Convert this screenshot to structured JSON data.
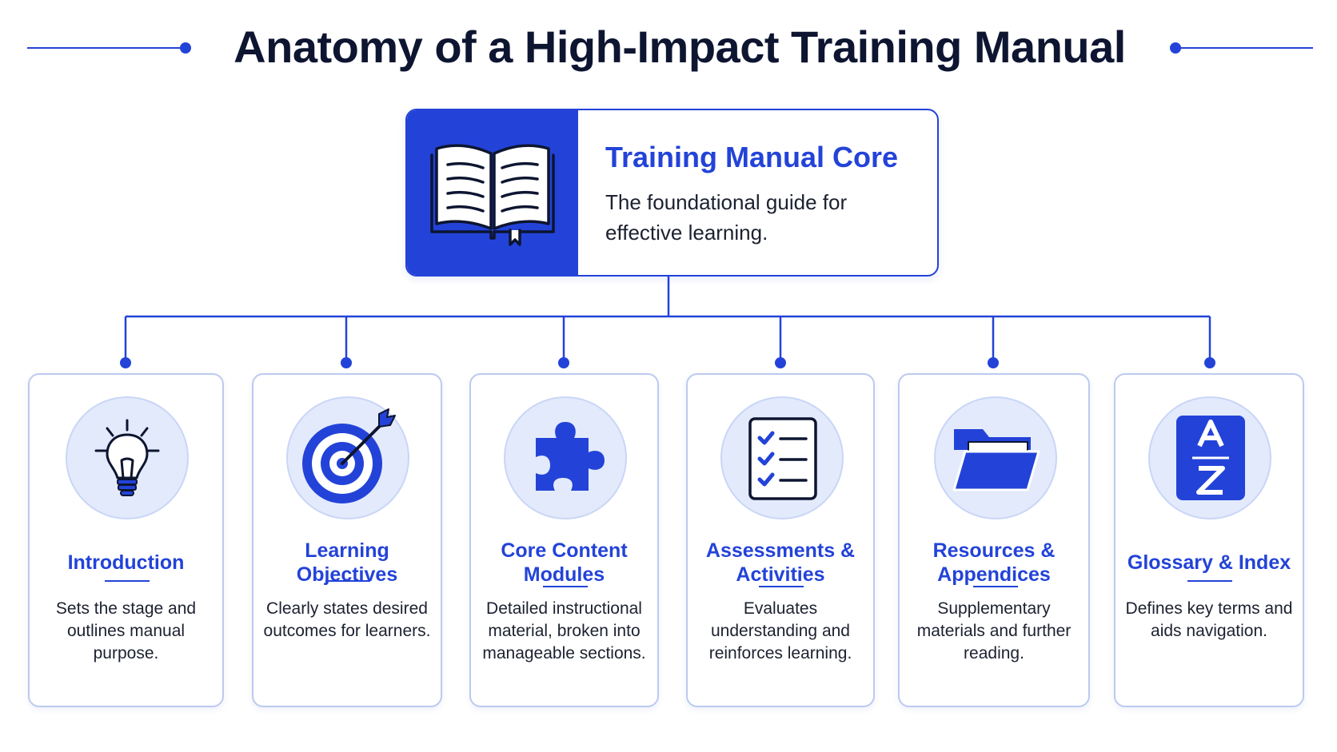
{
  "title": "Anatomy of a High-Impact Training Manual",
  "colors": {
    "accent": "#2343d8",
    "icon_bg": "#e3eafc",
    "card_border": "#bccaf0",
    "text": "#1c2130",
    "title": "#0d1531"
  },
  "core": {
    "icon": "open-book-icon",
    "title": "Training Manual Core",
    "description": "The foundational guide for effective learning."
  },
  "sections": [
    {
      "icon": "lightbulb-icon",
      "title": "Introduction",
      "description": "Sets the stage and outlines manual purpose."
    },
    {
      "icon": "target-icon",
      "title": "Learning Objectives",
      "description": "Clearly states desired outcomes for learners."
    },
    {
      "icon": "puzzle-piece-icon",
      "title": "Core Content Modules",
      "description": "Detailed instructional material, broken into manageable sections."
    },
    {
      "icon": "checklist-icon",
      "title": "Assessments & Activities",
      "description": "Evaluates understanding and reinforces learning."
    },
    {
      "icon": "folder-icon",
      "title": "Resources & Appendices",
      "description": "Supplementary materials and further reading."
    },
    {
      "icon": "a-to-z-icon",
      "title": "Glossary & Index",
      "description": "Defines key terms and aids navigation."
    }
  ]
}
